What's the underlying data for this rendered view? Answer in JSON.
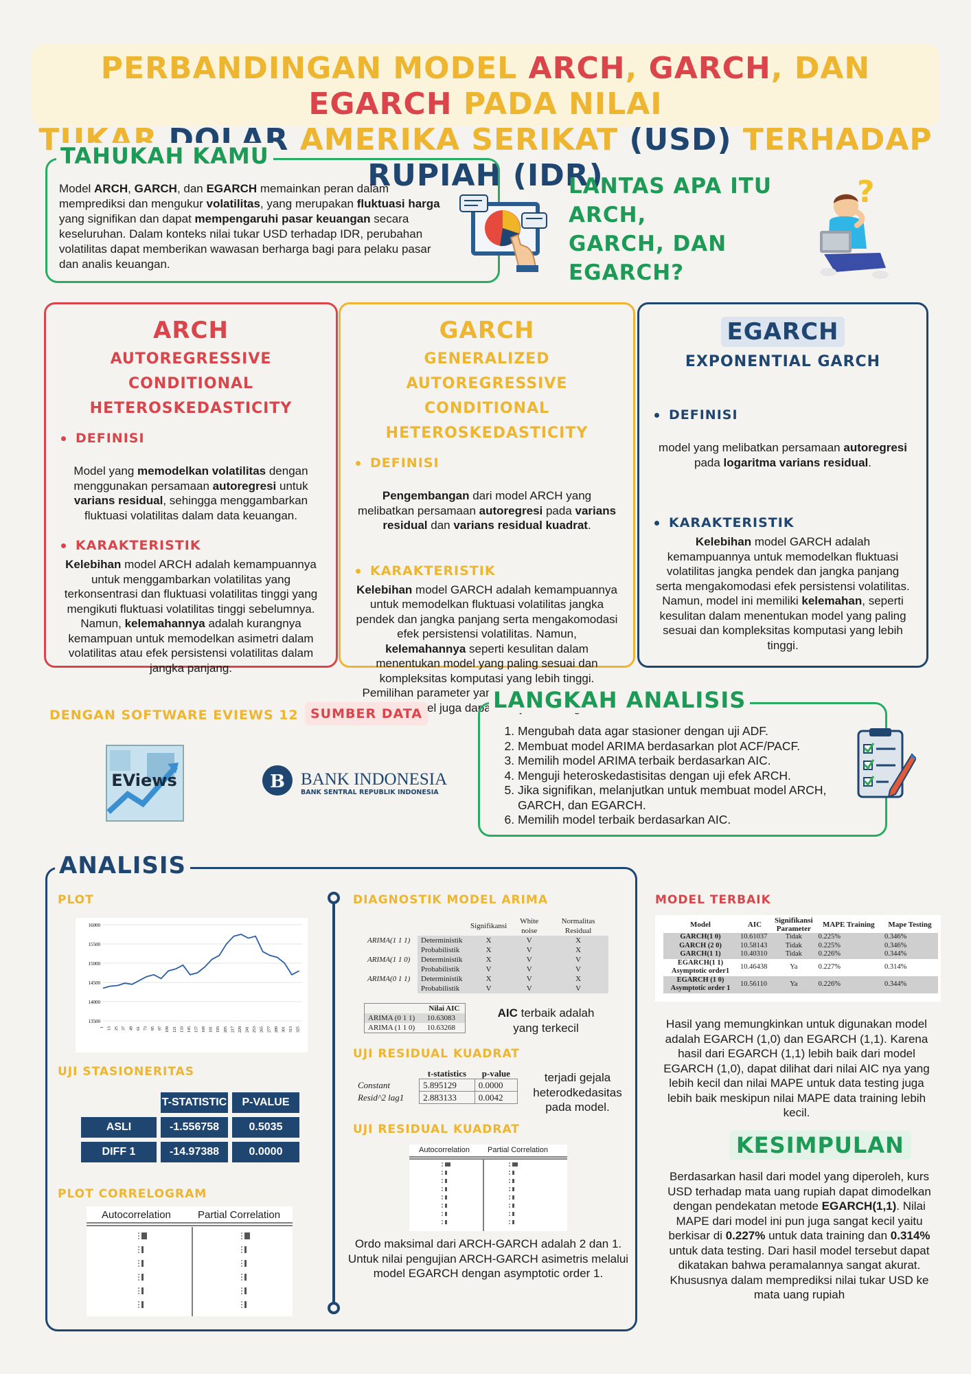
{
  "title": {
    "line1": [
      {
        "text": "PERBANDINGAN MODEL ",
        "color": "yellow"
      },
      {
        "text": "ARCH",
        "color": "red"
      },
      {
        "text": ", ",
        "color": "yellow"
      },
      {
        "text": "GARCH",
        "color": "red"
      },
      {
        "text": ", DAN ",
        "color": "yellow"
      },
      {
        "text": "EGARCH",
        "color": "red"
      },
      {
        "text": " PADA NILAI",
        "color": "yellow"
      }
    ],
    "line2": [
      {
        "text": "TUKAR ",
        "color": "yellow"
      },
      {
        "text": "DOLAR",
        "color": "blue"
      },
      {
        "text": " AMERIKA SERIKAT ",
        "color": "yellow"
      },
      {
        "text": "(USD)",
        "color": "blue"
      },
      {
        "text": " TERHADAP ",
        "color": "yellow"
      },
      {
        "text": "RUPIAH",
        "color": "blue"
      },
      {
        "text": " (IDR)",
        "color": "blue"
      }
    ]
  },
  "colors": {
    "yellow": "#edb530",
    "red": "#d9454a",
    "blue": "#1f4670",
    "green": "#1d9a55"
  },
  "tahukah": {
    "title": "TAHUKAH KAMU",
    "text": [
      {
        "t": "Model "
      },
      {
        "t": "ARCH",
        "b": true
      },
      {
        "t": ", "
      },
      {
        "t": "GARCH",
        "b": true
      },
      {
        "t": ", dan "
      },
      {
        "t": "EGARCH",
        "b": true
      },
      {
        "t": " memainkan peran dalam memprediksi dan mengukur "
      },
      {
        "t": "volatilitas",
        "b": true
      },
      {
        "t": ", yang merupakan "
      },
      {
        "t": "fluktuasi harga",
        "b": true
      },
      {
        "t": " yang signifikan dan dapat "
      },
      {
        "t": "mempengaruhi pasar keuangan",
        "b": true
      },
      {
        "t": " secara keseluruhan. Dalam konteks nilai tukar USD terhadap IDR, perubahan volatilitas dapat memberikan wawasan berharga bagi para pelaku pasar dan analis keuangan."
      }
    ],
    "icon": "pie-chart-presentation-icon"
  },
  "lantas": {
    "line1": "LANTAS APA ITU ARCH,",
    "line2": "GARCH, DAN EGARCH?",
    "icon": "thinking-person-laptop-icon"
  },
  "cards": {
    "arch": {
      "name": "ARCH",
      "full_line1": "AUTOREGRESSIVE CONDITIONAL",
      "full_line2": "HETEROSKEDASTICITY",
      "def_label": "DEFINISI",
      "def_text": [
        {
          "t": "Model yang "
        },
        {
          "t": "memodelkan volatilitas",
          "b": true
        },
        {
          "t": " dengan menggunakan persamaan "
        },
        {
          "t": "autoregresi",
          "b": true
        },
        {
          "t": " untuk "
        },
        {
          "t": "varians residual",
          "b": true
        },
        {
          "t": ", sehingga menggambarkan fluktuasi volatilitas dalam data keuangan."
        }
      ],
      "kar_label": "KARAKTERISTIK",
      "kar_text": [
        {
          "t": "Kelebihan",
          "b": true
        },
        {
          "t": " model ARCH adalah kemampuannya untuk menggambarkan volatilitas yang terkonsentrasi dan fluktuasi volatilitas tinggi yang mengikuti fluktuasi volatilitas tinggi sebelumnya. Namun, "
        },
        {
          "t": "kelemahannya",
          "b": true
        },
        {
          "t": " adalah kurangnya kemampuan untuk memodelkan asimetri dalam volatilitas atau efek persistensi volatilitas dalam jangka panjang."
        }
      ]
    },
    "garch": {
      "name": "GARCH",
      "full_line1": "GENERALIZED AUTOREGRESSIVE",
      "full_line2": "CONDITIONAL HETEROSKEDASTICITY",
      "def_label": "DEFINISI",
      "def_text": [
        {
          "t": "Pengembangan",
          "b": true
        },
        {
          "t": " dari model ARCH yang melibatkan persamaan "
        },
        {
          "t": "autoregresi",
          "b": true
        },
        {
          "t": " pada "
        },
        {
          "t": "varians residual",
          "b": true
        },
        {
          "t": " dan "
        },
        {
          "t": "varians residual kuadrat",
          "b": true
        },
        {
          "t": "."
        }
      ],
      "kar_label": "KARAKTERISTIK",
      "kar_text": [
        {
          "t": "Kelebihan",
          "b": true
        },
        {
          "t": " model GARCH adalah kemampuannya untuk memodelkan fluktuasi volatilitas jangka pendek dan jangka panjang serta mengakomodasi efek persistensi volatilitas. Namun, "
        },
        {
          "t": "kelemahannya",
          "b": true
        },
        {
          "t": " seperti kesulitan dalam menentukan model yang paling sesuai dan kompleksitas komputasi yang lebih tinggi. Pemilihan parameter yang tepat dan interpretasi hasil model juga dapat menjadi tantangan."
        }
      ]
    },
    "egarch": {
      "name": "EGARCH",
      "full_line1": "EXPONENTIAL GARCH",
      "def_label": "DEFINISI",
      "def_text": [
        {
          "t": "model yang melibatkan persamaan "
        },
        {
          "t": "autoregresi",
          "b": true
        },
        {
          "t": " pada "
        },
        {
          "t": "logaritma varians residual",
          "b": true
        },
        {
          "t": "."
        }
      ],
      "kar_label": "KARAKTERISTIK",
      "kar_text": [
        {
          "t": "Kelebihan",
          "b": true
        },
        {
          "t": " model GARCH adalah kemampuannya untuk memodelkan fluktuasi volatilitas jangka pendek dan jangka panjang serta mengakomodasi efek persistensi volatilitas. Namun, model ini  memiliki "
        },
        {
          "t": "kelemahan",
          "b": true
        },
        {
          "t": ", seperti kesulitan dalam menentukan model yang paling sesuai dan kompleksitas komputasi yang lebih tinggi."
        }
      ]
    }
  },
  "software": {
    "label": "DENGAN SOFTWARE EVIEWS 12",
    "logo_text": "EViews"
  },
  "sumber": {
    "label": "SUMBER DATA",
    "bank_name": "BANK INDONESIA",
    "bank_sub": "BANK SENTRAL REPUBLIK INDONESIA"
  },
  "langkah": {
    "title": "LANGKAH ANALISIS",
    "steps": [
      "Mengubah data agar stasioner dengan uji ADF.",
      "Membuat model ARIMA berdasarkan plot ACF/PACF.",
      "Memilih model ARIMA terbaik berdasarkan AIC.",
      "Menguji heteroskedastisitas dengan uji efek ARCH.",
      "Jika signifikan, melanjutkan untuk membuat model ARCH, GARCH, dan EGARCH.",
      "Memilih model terbaik berdasarkan AIC."
    ],
    "icon": "checklist-pencil-icon"
  },
  "analisis": {
    "title": "ANALISIS",
    "plot_label": "PLOT",
    "plot_yticks": [
      "16000",
      "15500",
      "15000",
      "14500",
      "14000",
      "13500"
    ],
    "plot_xticks": [
      "1",
      "13",
      "25",
      "37",
      "49",
      "61",
      "73",
      "85",
      "97",
      "109",
      "121",
      "133",
      "145",
      "157",
      "169",
      "181",
      "193",
      "205",
      "217",
      "229",
      "241",
      "253",
      "265",
      "277",
      "289",
      "301",
      "313",
      "325"
    ],
    "stasioner_label": "UJI STASIONERITAS",
    "stasioner": {
      "headers": [
        "T-STATISTIC",
        "P-VALUE"
      ],
      "rows": [
        {
          "name": "ASLI",
          "t": "-1.556758",
          "p": "0.5035"
        },
        {
          "name": "DIFF 1",
          "t": "-14.97388",
          "p": "0.0000"
        }
      ]
    },
    "correlogram_label": "PLOT CORRELOGRAM",
    "correlogram_headers": [
      "Autocorrelation",
      "Partial Correlation"
    ],
    "diagnostik_label": "DIAGNOSTIK MODEL ARIMA",
    "diagnostik": {
      "headers": [
        "Signifikansi",
        "White noise",
        "Normalitas Residual"
      ],
      "rows": [
        {
          "model": "ARIMA(1 1 1)",
          "type": "Deterministik",
          "v": [
            "X",
            "V",
            "X"
          ]
        },
        {
          "model": "",
          "type": "Probabilistik",
          "v": [
            "X",
            "V",
            "X"
          ]
        },
        {
          "model": "ARIMA(1 1 0)",
          "type": "Deterministik",
          "v": [
            "X",
            "V",
            "V"
          ]
        },
        {
          "model": "",
          "type": "Probabilistik",
          "v": [
            "V",
            "V",
            "V"
          ]
        },
        {
          "model": "ARIMA(0 1 1)",
          "type": "Deterministik",
          "v": [
            "X",
            "V",
            "X"
          ]
        },
        {
          "model": "",
          "type": "Probabilistik",
          "v": [
            "V",
            "V",
            "V"
          ]
        }
      ]
    },
    "aic": {
      "header": "Nilai AIC",
      "rows": [
        [
          "ARIMA (0 1 1)",
          "10.63083"
        ],
        [
          "ARIMA (1 1 0)",
          "10.63268"
        ]
      ],
      "note_bold": "AIC",
      "note_rest": " terbaik adalah yang terkecil"
    },
    "residual1_label": "UJI RESIDUAL KUADRAT",
    "residual1": {
      "headers": [
        "t-statistics",
        "p-value"
      ],
      "rows": [
        [
          "Constant",
          "5.895129",
          "0.0000"
        ],
        [
          "Resid^2 lag1",
          "2.883133",
          "0.0042"
        ]
      ],
      "note": "terjadi gejala heterodkedasitas pada model."
    },
    "residual2_label": "UJI RESIDUAL KUADRAT",
    "residual2_headers": [
      "Autocorrelation",
      "Partial Correlation"
    ],
    "ordo_text": "Ordo maksimal dari ARCH-GARCH adalah 2 dan 1. Untuk nilai pengujian ARCH-GARCH asimetris melalui model EGARCH dengan asymptotic order 1."
  },
  "terbaik": {
    "label": "MODEL TERBAIK",
    "headers": [
      "Model",
      "AIC",
      "Signifikansi Parameter",
      "MAPE Training",
      "Mape Testing"
    ],
    "rows": [
      [
        "GARCH(1 0)",
        "10.61037",
        "Tidak",
        "0.225%",
        "0.346%"
      ],
      [
        "GARCH (2 0)",
        "10.58143",
        "Tidak",
        "0.225%",
        "0.346%"
      ],
      [
        "GARCH(1 1)",
        "10.40310",
        "Tidak",
        "0.226%",
        "0.344%"
      ],
      [
        "EGARCH(1 1) Asymptotic order1",
        "10.46438",
        "Ya",
        "0.227%",
        "0.314%"
      ],
      [
        "EGARCH (1 0) Asymptotic order 1",
        "10.56110",
        "Ya",
        "0.226%",
        "0.344%"
      ]
    ],
    "text": "Hasil yang memungkinkan untuk digunakan model adalah EGARCH (1,0) dan EGARCH (1,1). Karena hasil dari EGARCH (1,1) lebih baik dari model EGARCH (1,0), dapat dilihat dari nilai AIC nya yang lebih kecil dan nilai MAPE untuk data testing juga lebih baik meskipun nilai MAPE data training lebih kecil."
  },
  "kesimpulan": {
    "title": "KESIMPULAN",
    "text": [
      {
        "t": "Berdasarkan hasil dari model yang diperoleh, kurs USD terhadap mata uang rupiah dapat dimodelkan dengan pendekatan metode "
      },
      {
        "t": "EGARCH(1,1)",
        "b": true
      },
      {
        "t": ". Nilai MAPE dari model ini pun juga sangat kecil yaitu berkisar di "
      },
      {
        "t": "0.227%",
        "b": true
      },
      {
        "t": " untuk data training dan "
      },
      {
        "t": "0.314%",
        "b": true
      },
      {
        "t": " untuk data testing. Dari hasil model tersebut dapat dikatakan bahwa peramalannya sangat akurat. Khususnya dalam memprediksi nilai tukar USD ke mata uang rupiah"
      }
    ]
  },
  "chart_data": {
    "type": "line",
    "title": "",
    "xlabel": "",
    "ylabel": "",
    "ylim": [
      13500,
      16000
    ],
    "xlim": [
      1,
      330
    ],
    "x": [
      1,
      12,
      25,
      37,
      49,
      61,
      73,
      85,
      97,
      109,
      121,
      133,
      145,
      157,
      169,
      181,
      193,
      205,
      217,
      229,
      241,
      253,
      265,
      277,
      289,
      301,
      313,
      325
    ],
    "series": [
      {
        "values": [
          14350,
          14400,
          14420,
          14480,
          14450,
          14550,
          14650,
          14700,
          14600,
          14800,
          14850,
          14950,
          14700,
          14750,
          14900,
          15100,
          15200,
          15500,
          15700,
          15750,
          15650,
          15700,
          15300,
          15200,
          15150,
          15000,
          14700,
          14800
        ]
      }
    ]
  }
}
